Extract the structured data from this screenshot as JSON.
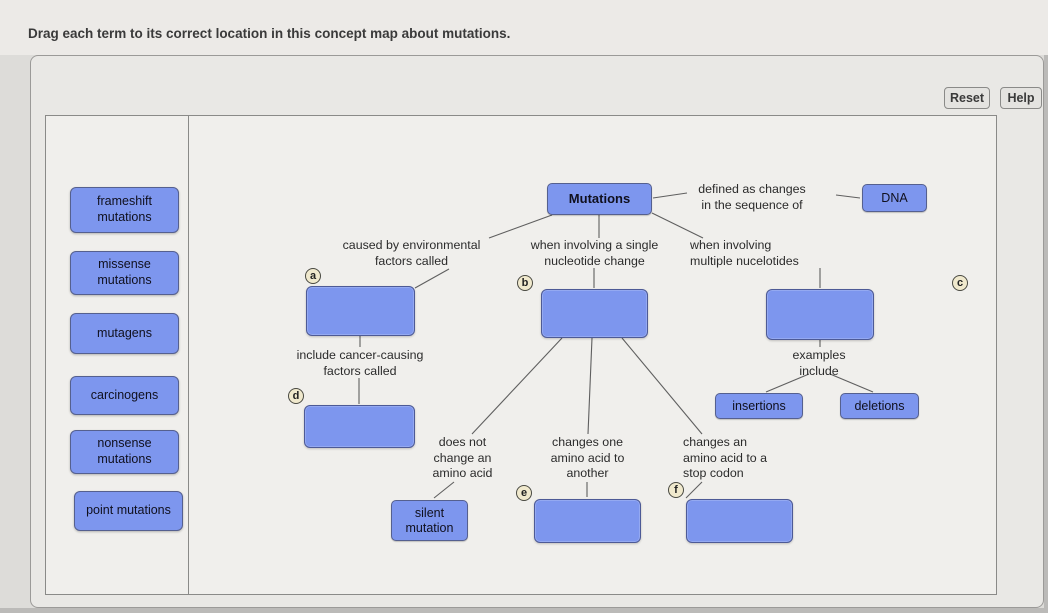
{
  "instruction": "Drag each term to its correct location in this concept map about mutations.",
  "buttons": {
    "reset": "Reset",
    "help": "Help"
  },
  "term_bank": [
    {
      "label": "frameshift\nmutations"
    },
    {
      "label": "missense\nmutations"
    },
    {
      "label": "mutagens"
    },
    {
      "label": "carcinogens"
    },
    {
      "label": "nonsense\nmutations"
    },
    {
      "label": "point mutations"
    }
  ],
  "concept_map": {
    "root": "Mutations",
    "edges": {
      "defined_as": "defined as changes\nin the sequence of",
      "caused_by": "caused by environmental\nfactors called",
      "single_nucleotide": "when involving a single\nnucleotide change",
      "multiple_nucleotides": "when involving\nmultiple nucelotides",
      "cancer_causing": "include cancer-causing\nfactors called",
      "examples_include": "examples\ninclude",
      "does_not_change": "does not\nchange an\namino acid",
      "changes_one": "changes one\namino acid to\nanother",
      "changes_stop": "changes an\namino acid to a\nstop codon"
    },
    "fixed_nodes": {
      "dna": "DNA",
      "insertions": "insertions",
      "deletions": "deletions",
      "silent_mutation": "silent\nmutation"
    },
    "slots": [
      {
        "letter": "a"
      },
      {
        "letter": "b"
      },
      {
        "letter": "c"
      },
      {
        "letter": "d"
      },
      {
        "letter": "e"
      },
      {
        "letter": "f"
      }
    ]
  },
  "colors": {
    "node_blue": "#7d96ee",
    "panel_bg": "#e9e8e5",
    "badge_cream": "#f0e9cd"
  }
}
